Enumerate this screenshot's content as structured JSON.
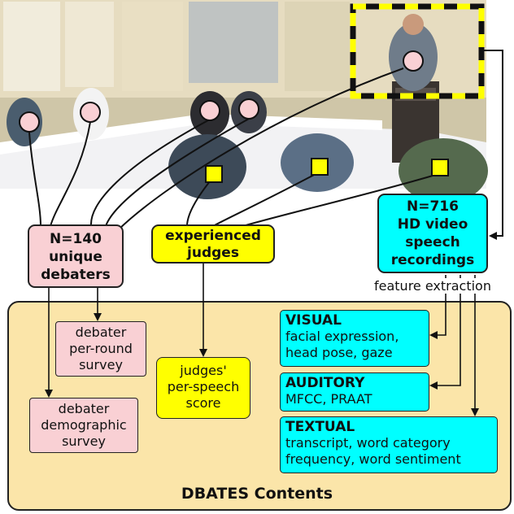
{
  "nodes": {
    "debaters": {
      "lines": [
        "N=140",
        "unique",
        "debaters"
      ],
      "color": "#f9d0d4"
    },
    "judges": {
      "lines": [
        "experienced",
        "judges"
      ],
      "color": "#ffff00"
    },
    "videos": {
      "lines": [
        "N=716",
        "HD video",
        "speech",
        "recordings"
      ],
      "color": "#00ffff"
    },
    "per_round_survey": {
      "lines": [
        "debater",
        "per-round",
        "survey"
      ]
    },
    "demographic_survey": {
      "lines": [
        "debater",
        "demographic",
        "survey"
      ]
    },
    "judge_score": {
      "lines": [
        "judges'",
        "per-speech",
        "score"
      ]
    },
    "visual": {
      "heading": "VISUAL",
      "lines": [
        "facial expression,",
        "head pose, gaze"
      ]
    },
    "auditory": {
      "heading": "AUDITORY",
      "lines": [
        "MFCC, PRAAT"
      ]
    },
    "textual": {
      "heading": "TEXTUAL",
      "lines": [
        "transcript, word category",
        "frequency, word sentiment"
      ]
    }
  },
  "feature_label": "feature extraction",
  "contents_title": "DBATES Contents",
  "colors": {
    "debater": "#f9d0d4",
    "judge": "#ffff00",
    "video": "#00ffff",
    "panel": "#fbe5a9"
  }
}
